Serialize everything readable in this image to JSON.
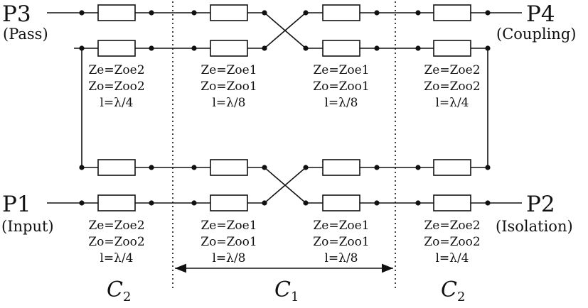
{
  "ports": {
    "p3": {
      "name": "P3",
      "role": "(Pass)"
    },
    "p4": {
      "name": "P4",
      "role": "(Coupling)"
    },
    "p1": {
      "name": "P1",
      "role": "(Input)"
    },
    "p2": {
      "name": "P2",
      "role": "(Isolation)"
    }
  },
  "params": {
    "outer": {
      "ze": "Ze=Zoe2",
      "zo": "Zo=Zoo2",
      "len": "l=λ/4"
    },
    "inner": {
      "ze": "Ze=Zoe1",
      "zo": "Zo=Zoo1",
      "len": "l=λ/8"
    }
  },
  "sections": {
    "left": {
      "main": "C",
      "sub": "2"
    },
    "middle": {
      "main": "C",
      "sub": "1"
    },
    "right": {
      "main": "C",
      "sub": "2"
    }
  }
}
